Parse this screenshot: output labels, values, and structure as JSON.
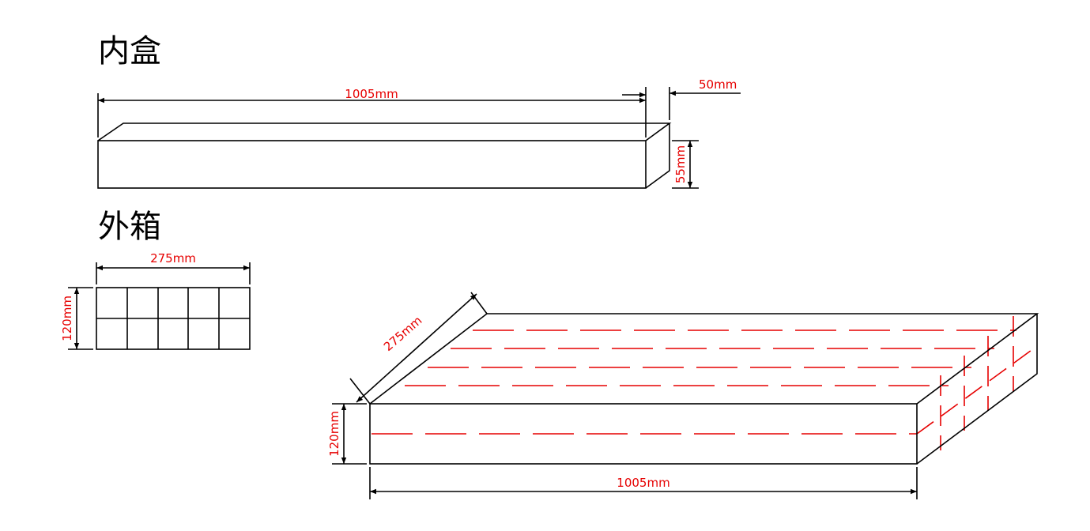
{
  "inner_box": {
    "title": "内盒",
    "length_label": "1005mm",
    "width_label": "50mm",
    "height_label": "55mm"
  },
  "outer_box": {
    "title": "外箱",
    "front_width_label": "275mm",
    "front_height_label": "120mm",
    "iso_depth_label": "275mm",
    "iso_height_label": "120mm",
    "iso_length_label": "1005mm",
    "grid": {
      "columns": 5,
      "rows": 2
    }
  },
  "colors": {
    "line": "#000000",
    "dimension_text": "#e60000",
    "hidden_edges": "#e60000"
  }
}
